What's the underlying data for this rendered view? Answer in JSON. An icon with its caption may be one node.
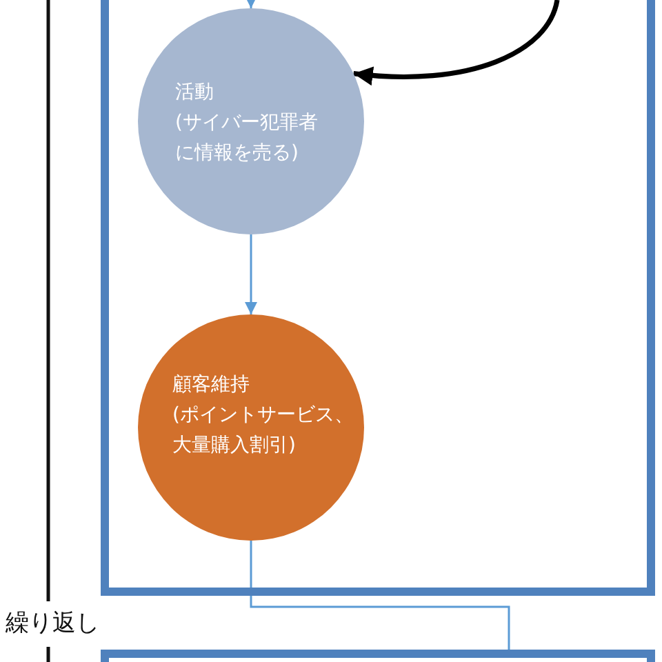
{
  "diagram": {
    "nodes": [
      {
        "text": [],
        "shape": "box"
      },
      {
        "text": [
          "活動",
          "(サイバー犯罪者に情報を売る)"
        ],
        "in": 0
      },
      {
        "text": [
          "顧客維持",
          "(ポイントサービス、大量購入割引)"
        ],
        "in": 0
      },
      {
        "text": [],
        "shape": "box"
      }
    ],
    "edges": [
      {
        "from": null,
        "to": 1,
        "arrow": "to"
      },
      {
        "from": null,
        "to": 1,
        "arrow": "to",
        "style": "thick",
        "color": "#000000"
      },
      {
        "from": 1,
        "to": 2,
        "arrow": "to"
      },
      {
        "from": 2,
        "to": 3,
        "arrow": "none"
      }
    ],
    "labels": [
      "繰り返し"
    ]
  }
}
